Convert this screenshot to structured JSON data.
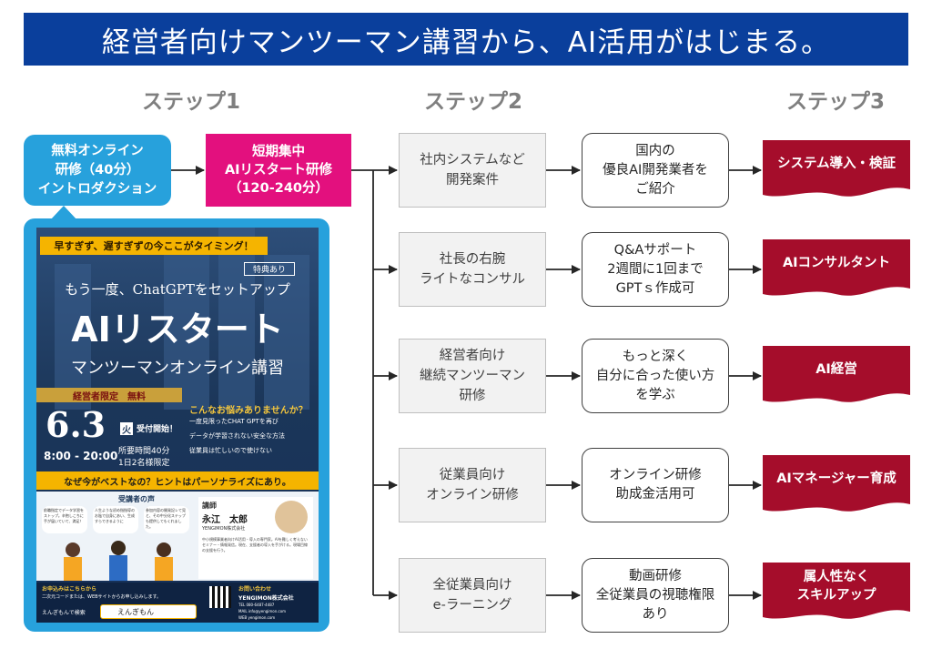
{
  "banner": {
    "title": "経営者向けマンツーマン講習から、AI活用がはじまる。"
  },
  "steps": {
    "step1": "ステップ1",
    "step2": "ステップ2",
    "step3": "ステップ3"
  },
  "stage1": {
    "intro": "無料オンライン\n研修（40分）\nイントロダクション",
    "restart": "短期集中\nAIリスタート研修\n（120-240分）"
  },
  "programs": [
    {
      "program": "社内システムなど\n開発案件",
      "support": "国内の\n優良AI開発業者を\nご紹介",
      "result": "システム導入・検証"
    },
    {
      "program": "社長の右腕\nライトなコンサル",
      "support": "Q&Aサポート\n2週間に1回まで\nGPTｓ作成可",
      "result": "AIコンサルタント"
    },
    {
      "program": "経営者向け\n継続マンツーマン\n研修",
      "support": "もっと深く\n自分に合った使い方\nを学ぶ",
      "result": "AI経営"
    },
    {
      "program": "従業員向け\nオンライン研修",
      "support": "オンライン研修\n助成金活用可",
      "result": "AIマネージャー育成"
    },
    {
      "program": "全従業員向け\ne-ラーニング",
      "support": "動画研修\n全従業員の視聴権限\nあり",
      "result": "属人性なく\nスキルアップ"
    }
  ],
  "flyer": {
    "tagline": "早すぎず、遅すぎずの今ここがタイミング！",
    "bonus": "特典あり",
    "headline": "もう一度、ChatGPTをセットアップ",
    "title": "AIリスタート",
    "subtitle": "マンツーマンオンライン講習",
    "limited": "経営者限定　無料",
    "date": "6.3",
    "weekday": "火",
    "reception": "受付開始！",
    "time": "8:00 - 20:00",
    "duration": "所要時間40分\n1日2名様限定",
    "worries_title": "こんなお悩みありませんか？",
    "worries": [
      "一度見限ったCHAT GPTを再び",
      "データが学習されない安全な方法",
      "従業員は忙しいので使けない"
    ],
    "why": "なぜ今がベストなの？ヒントはパーソナライズにあり。",
    "voices_title": "受講者の声",
    "voices": [
      "前職指定でデータ学習をストップ。辛抱しこちに手が届いていて、満足！",
      "人生ような初め指指導のお陰で自身にあい、生成すらできるように",
      "参加内容の開発記レて見と、その中分化ステップも提供してもくれました。"
    ],
    "lecturer_label": "講師",
    "lecturer_name": "永江　太郎",
    "company": "YENGIMON株式会社",
    "bio": "中小規模事業者向けAI活用・導入の専門家。AIを難しく考えないセミナー・情報発信。現在、支援者の導入を手がける。現場目線の支援を行う。",
    "apply_title": "お申込みはこちらから",
    "apply_text": "二次元コードまたは、WEBサイトからお申し込みします。",
    "contact_title": "お問い合わせ",
    "contact_company": "YENGIMON株式会社",
    "search_label": "えんぎもんで検索",
    "search_query": "えんぎもん",
    "tel": "TEL 080-6487-4487",
    "mail": "MAIL info@yengimon.com",
    "web": "WEB yengimon.com"
  },
  "colors": {
    "banner": "#0a3f9c",
    "intro": "#27a1dc",
    "restart": "#e3107e",
    "result": "#a50d2b"
  }
}
